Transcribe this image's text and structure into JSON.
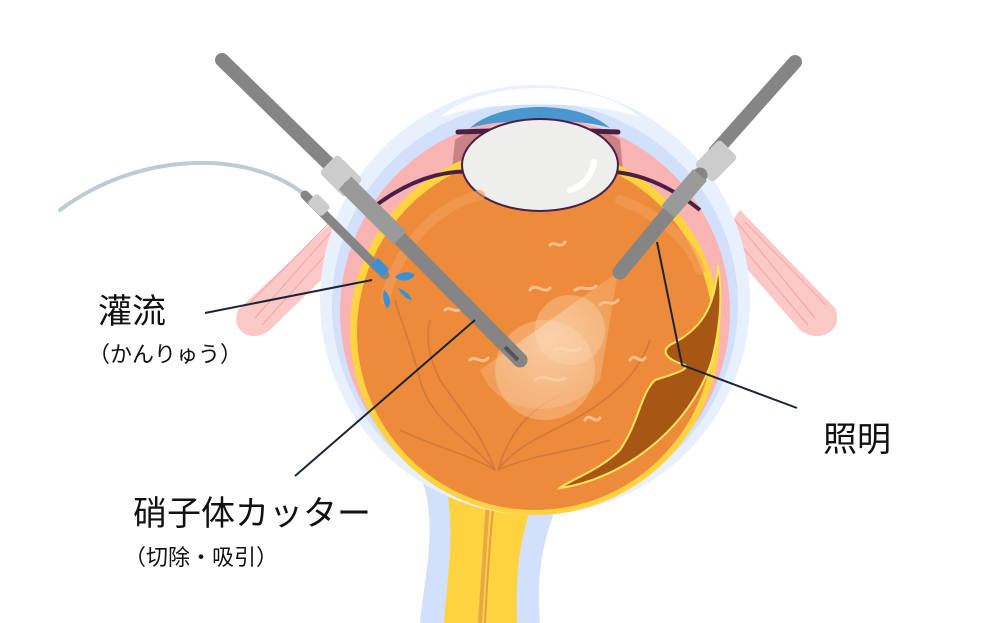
{
  "diagram": {
    "subject": "vitrectomy-eye-cross-section",
    "colors": {
      "background": "#ffffff",
      "sclera_outer": "#e8effd",
      "sclera_inner": "#d3e0fb",
      "choroid_pink": "#f9b3b3",
      "retina_yellow": "#ffd23f",
      "vitreous_orange": "#ee8b3a",
      "detached_retina_brown": "#a85614",
      "lens_white": "#eeeeec",
      "cornea_blue": "#4a97d0",
      "iris_dark": "#4a1f45",
      "instrument_gray": "#858585",
      "instrument_cap": "#cccccc",
      "irrigation_drop": "#3d8fd4",
      "leader_line": "#1b2434",
      "optic_nerve": "#ffd23f",
      "muscle_pink": "#fbc8c8"
    },
    "labels": {
      "irrigation": {
        "title": "灌流",
        "reading": "（かんりゅう）"
      },
      "vitreous_cutter": {
        "title": "硝子体カッター",
        "subtitle": "（切除・吸引）"
      },
      "illumination": {
        "title": "照明"
      }
    }
  }
}
